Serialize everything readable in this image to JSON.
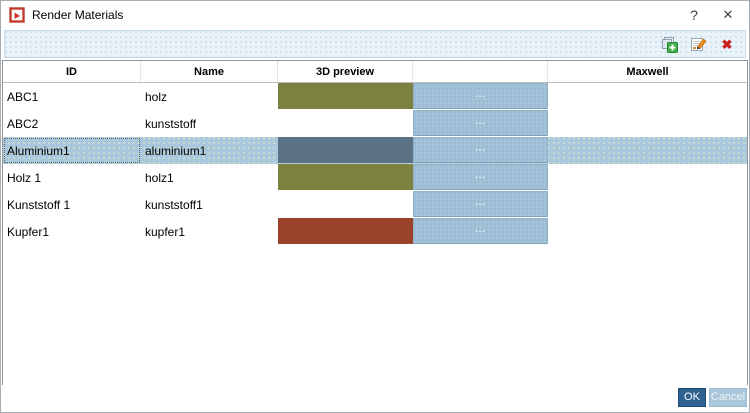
{
  "window": {
    "title": "Render Materials",
    "help_label": "?",
    "close_label": "✕"
  },
  "toolbar": {
    "icons": [
      {
        "name": "add-material-icon"
      },
      {
        "name": "edit-material-icon"
      },
      {
        "name": "delete-material-icon",
        "glyph": "✖"
      }
    ]
  },
  "table": {
    "columns": [
      "ID",
      "Name",
      "3D preview",
      "",
      "Maxwell"
    ],
    "action_button_label": "...",
    "rows": [
      {
        "id": "ABC1",
        "name": "holz",
        "preview_color": "#7d8140",
        "maxwell": "",
        "selected": false
      },
      {
        "id": "ABC2",
        "name": "kunststoff",
        "preview_color": null,
        "maxwell": "",
        "selected": false
      },
      {
        "id": "Aluminium1",
        "name": "aluminium1",
        "preview_color": "#5b7285",
        "maxwell": "",
        "selected": true
      },
      {
        "id": "Holz 1",
        "name": "holz1",
        "preview_color": "#7d8240",
        "maxwell": "",
        "selected": false
      },
      {
        "id": "Kunststoff 1",
        "name": "kunststoff1",
        "preview_color": null,
        "maxwell": "",
        "selected": false
      },
      {
        "id": "Kupfer1",
        "name": "kupfer1",
        "preview_color": "#9a432a",
        "maxwell": "",
        "selected": false
      }
    ]
  },
  "footer": {
    "ok_label": "OK",
    "cancel_label": "Cancel"
  },
  "colors": {
    "selection_row": "#aac8dd",
    "toolbar_bg": "#e9f2f9",
    "action_button": "#a3c2d7",
    "ok_button": "#2e6291",
    "cancel_button": "#a9c6da",
    "delete_icon_red": "#c9201d",
    "add_icon_green": "#3fae49",
    "edit_pencil_orange": "#ef8b1e",
    "app_icon_red": "#c23b2e",
    "preview_olive": "#7d8140",
    "preview_steel": "#5b7285",
    "preview_copper": "#9a432a"
  }
}
